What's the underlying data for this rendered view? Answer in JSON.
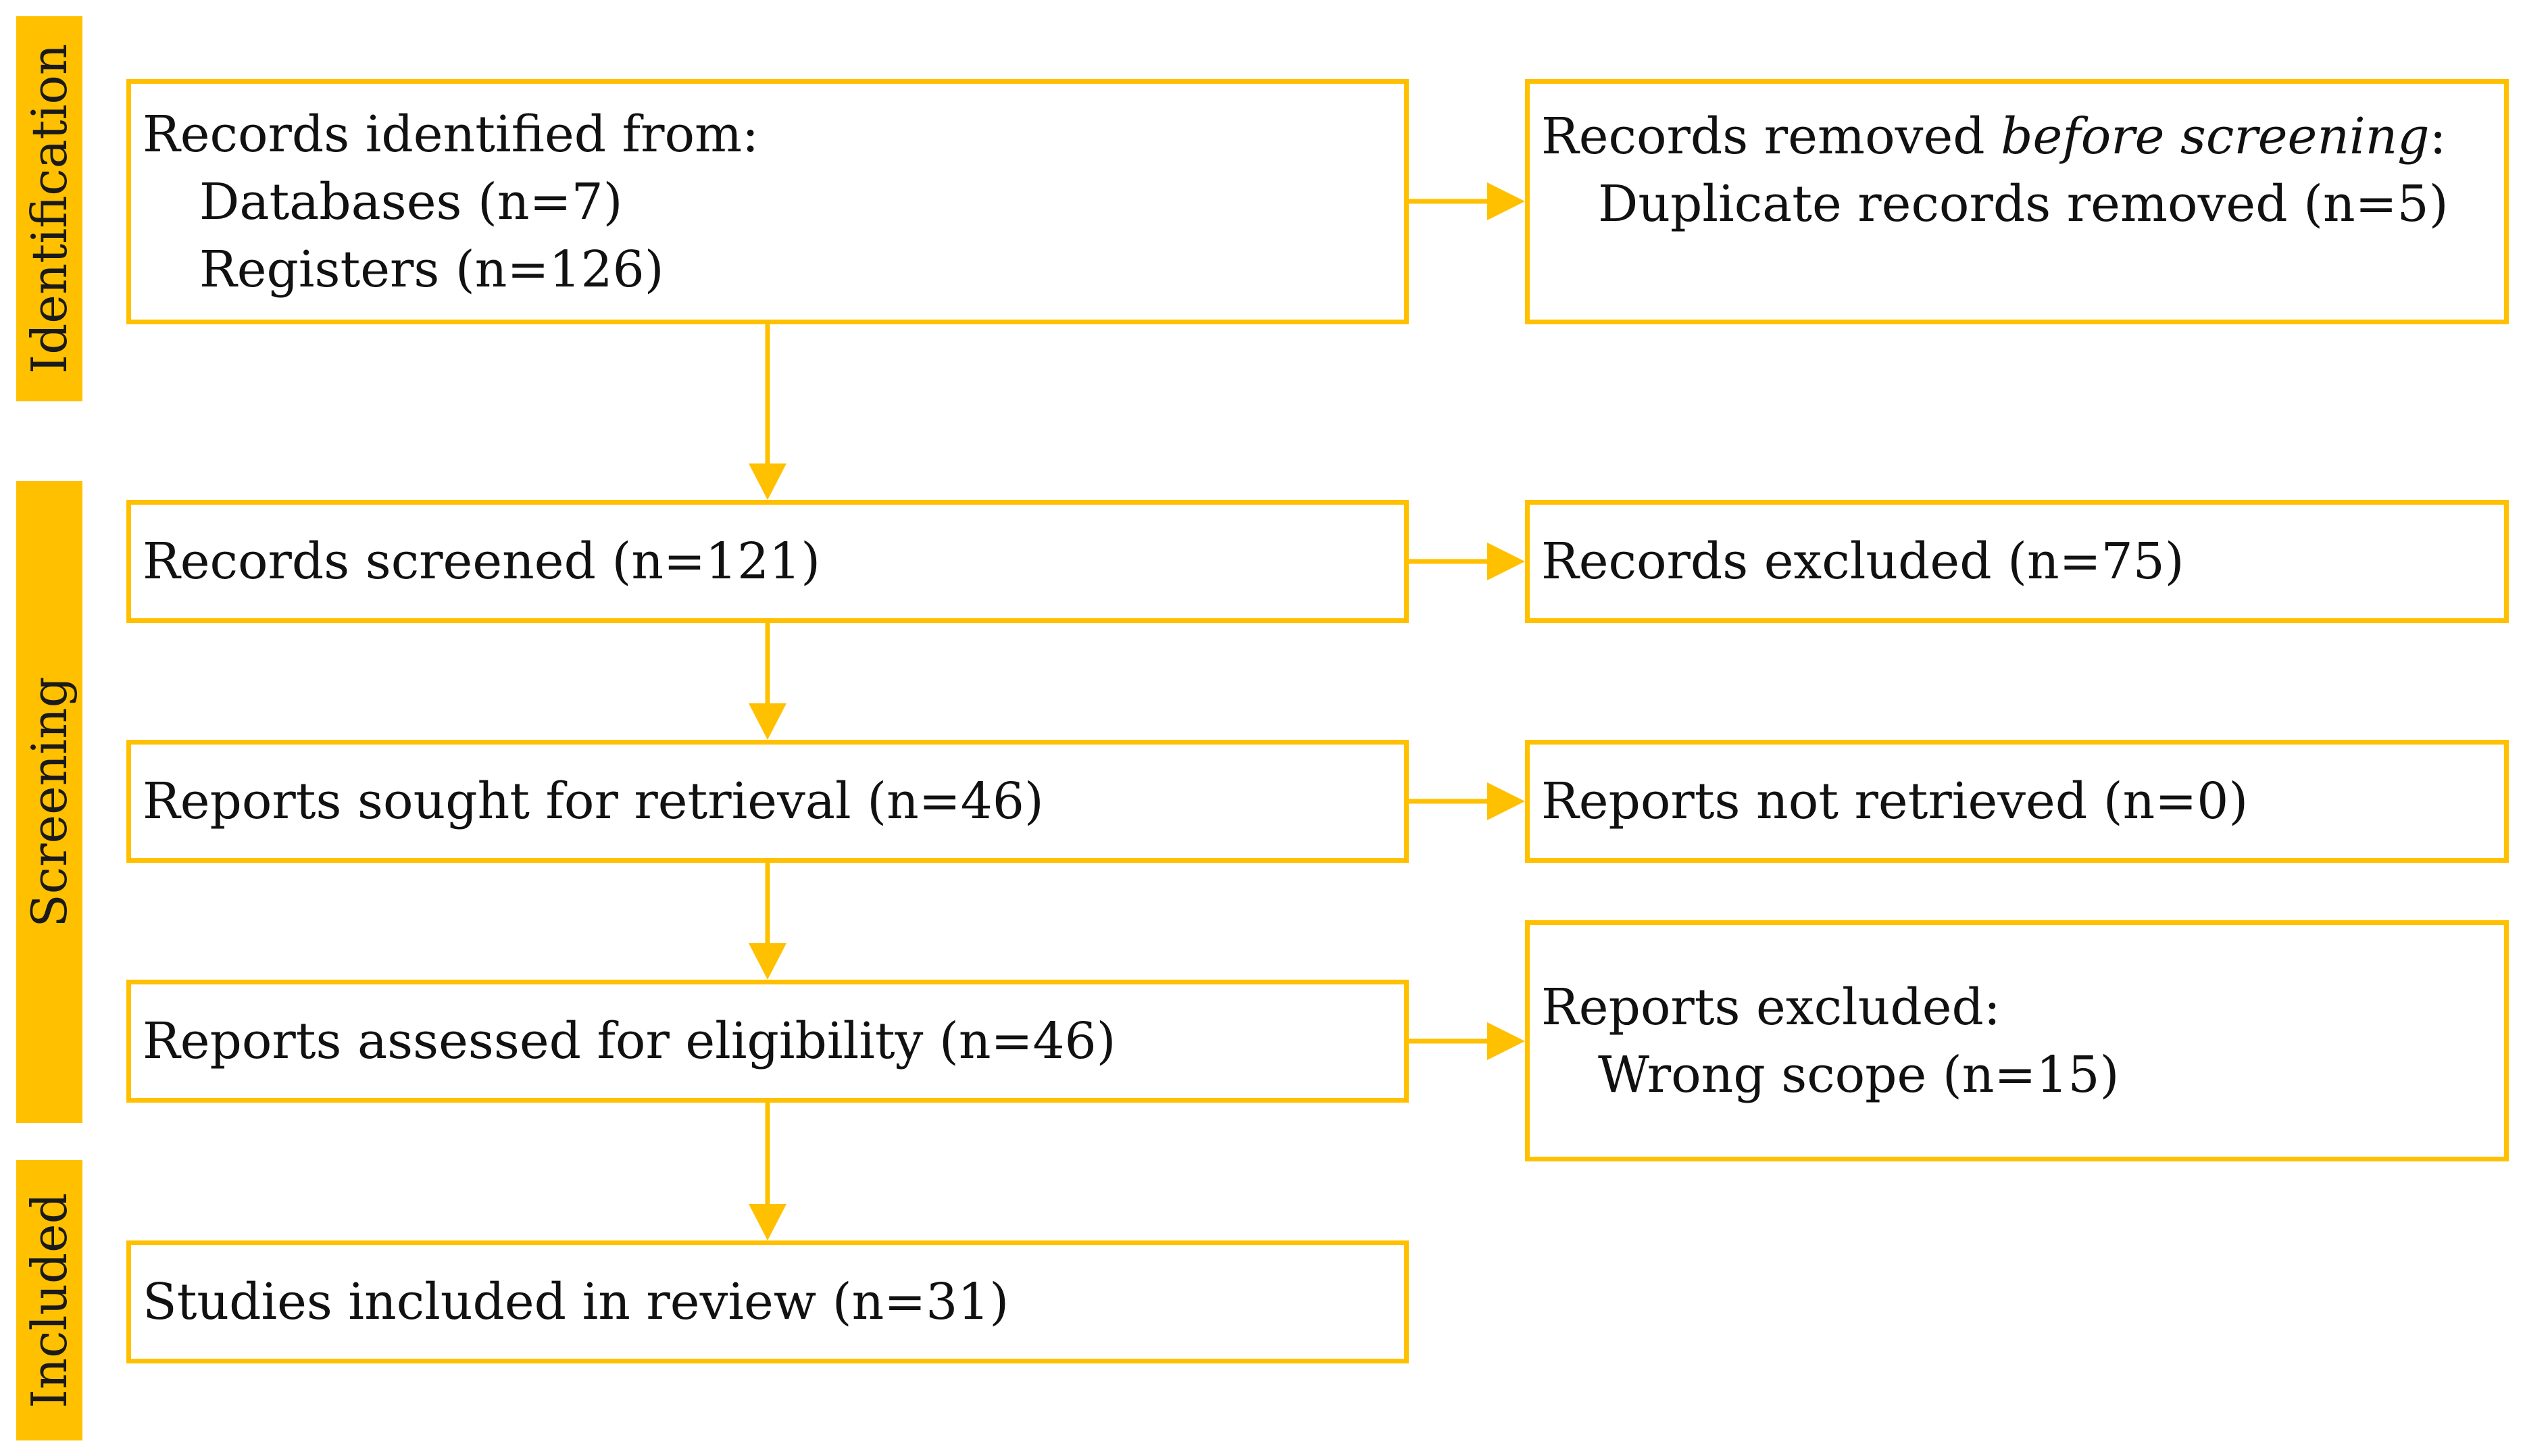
{
  "accent_color": "#FFC000",
  "phases": {
    "identification": "Identification",
    "screening": "Screening",
    "included": "Included"
  },
  "boxes": {
    "identified": {
      "title": "Records identified from:",
      "databases": "Databases (n=7)",
      "registers": "Registers (n=126)"
    },
    "removed": {
      "title_prefix": "Records removed ",
      "title_italic": "before screening",
      "title_suffix": ":",
      "duplicates": "Duplicate records removed (n=5)"
    },
    "screened": "Records screened (n=121)",
    "excluded": "Records excluded (n=75)",
    "sought": "Reports sought for retrieval (n=46)",
    "not_retrieved": "Reports not retrieved (n=0)",
    "assessed": "Reports assessed for eligibility (n=46)",
    "reports_excluded": {
      "title": "Reports excluded:",
      "wrong_scope": "Wrong scope (n=15)"
    },
    "included": "Studies included in review (n=31)"
  }
}
